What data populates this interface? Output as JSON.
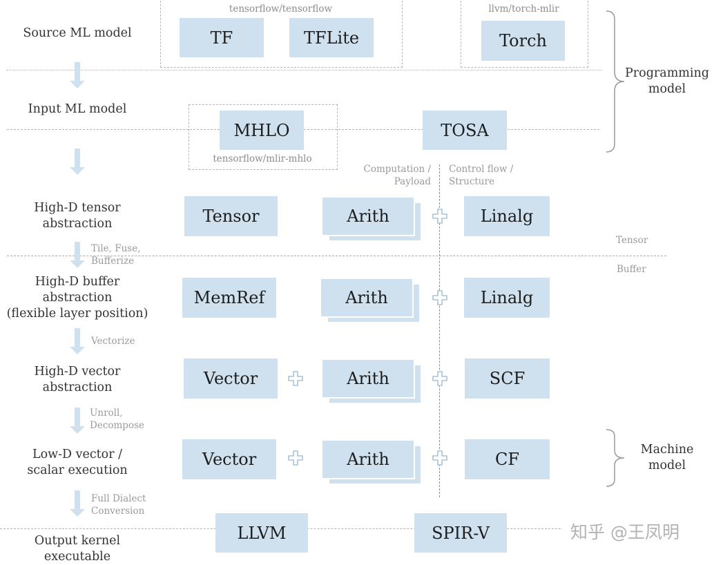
{
  "rows": {
    "source_ml_model": "Source ML model",
    "input_ml_model": "Input ML model",
    "high_d_tensor": [
      "High-D tensor",
      "abstraction"
    ],
    "high_d_buffer": [
      "High-D buffer",
      "abstraction",
      "(flexible layer position)"
    ],
    "high_d_vector": [
      "High-D vector",
      "abstraction"
    ],
    "low_d_vector": [
      "Low-D vector /",
      "scalar execution"
    ],
    "output_kernel": [
      "Output kernel",
      "executable"
    ]
  },
  "groups": {
    "tensorflow": "tensorflow/tensorflow",
    "torch_mlir": "llvm/torch-mlir",
    "mlir_hlo": "tensorflow/mlir-mhlo"
  },
  "boxes": {
    "tf": "TF",
    "tflite": "TFLite",
    "torch": "Torch",
    "mhlo": "MHLO",
    "tosa": "TOSA",
    "tensor": "Tensor",
    "arith_tensor": "Arith",
    "linalg_tensor": "Linalg",
    "memref": "MemRef",
    "arith_buffer": "Arith",
    "linalg_buffer": "Linalg",
    "vector_high": "Vector",
    "arith_vector": "Arith",
    "scf": "SCF",
    "vector_low": "Vector",
    "arith_low": "Arith",
    "cf": "CF",
    "llvm": "LLVM",
    "spirv": "SPIR-V"
  },
  "columns": {
    "computation": [
      "Computation /",
      "Payload"
    ],
    "control": [
      "Control flow /",
      "Structure"
    ]
  },
  "transitions": {
    "tile": [
      "Tile, Fuse,",
      "Bufferize"
    ],
    "vectorize": [
      "Vectorize"
    ],
    "unroll": [
      "Unroll,",
      "Decompose"
    ],
    "full": [
      "Full Dialect",
      "Conversion"
    ]
  },
  "layers": {
    "tensor": "Tensor",
    "buffer": "Buffer"
  },
  "sides": {
    "programming": [
      "Programming",
      "model"
    ],
    "machine": [
      "Machine",
      "model"
    ]
  },
  "watermark": "知乎 @王凤明",
  "colors": {
    "box_fill": "#cfe0ee",
    "line": "#b5b5b5",
    "muted_text": "#9a9a9a"
  }
}
